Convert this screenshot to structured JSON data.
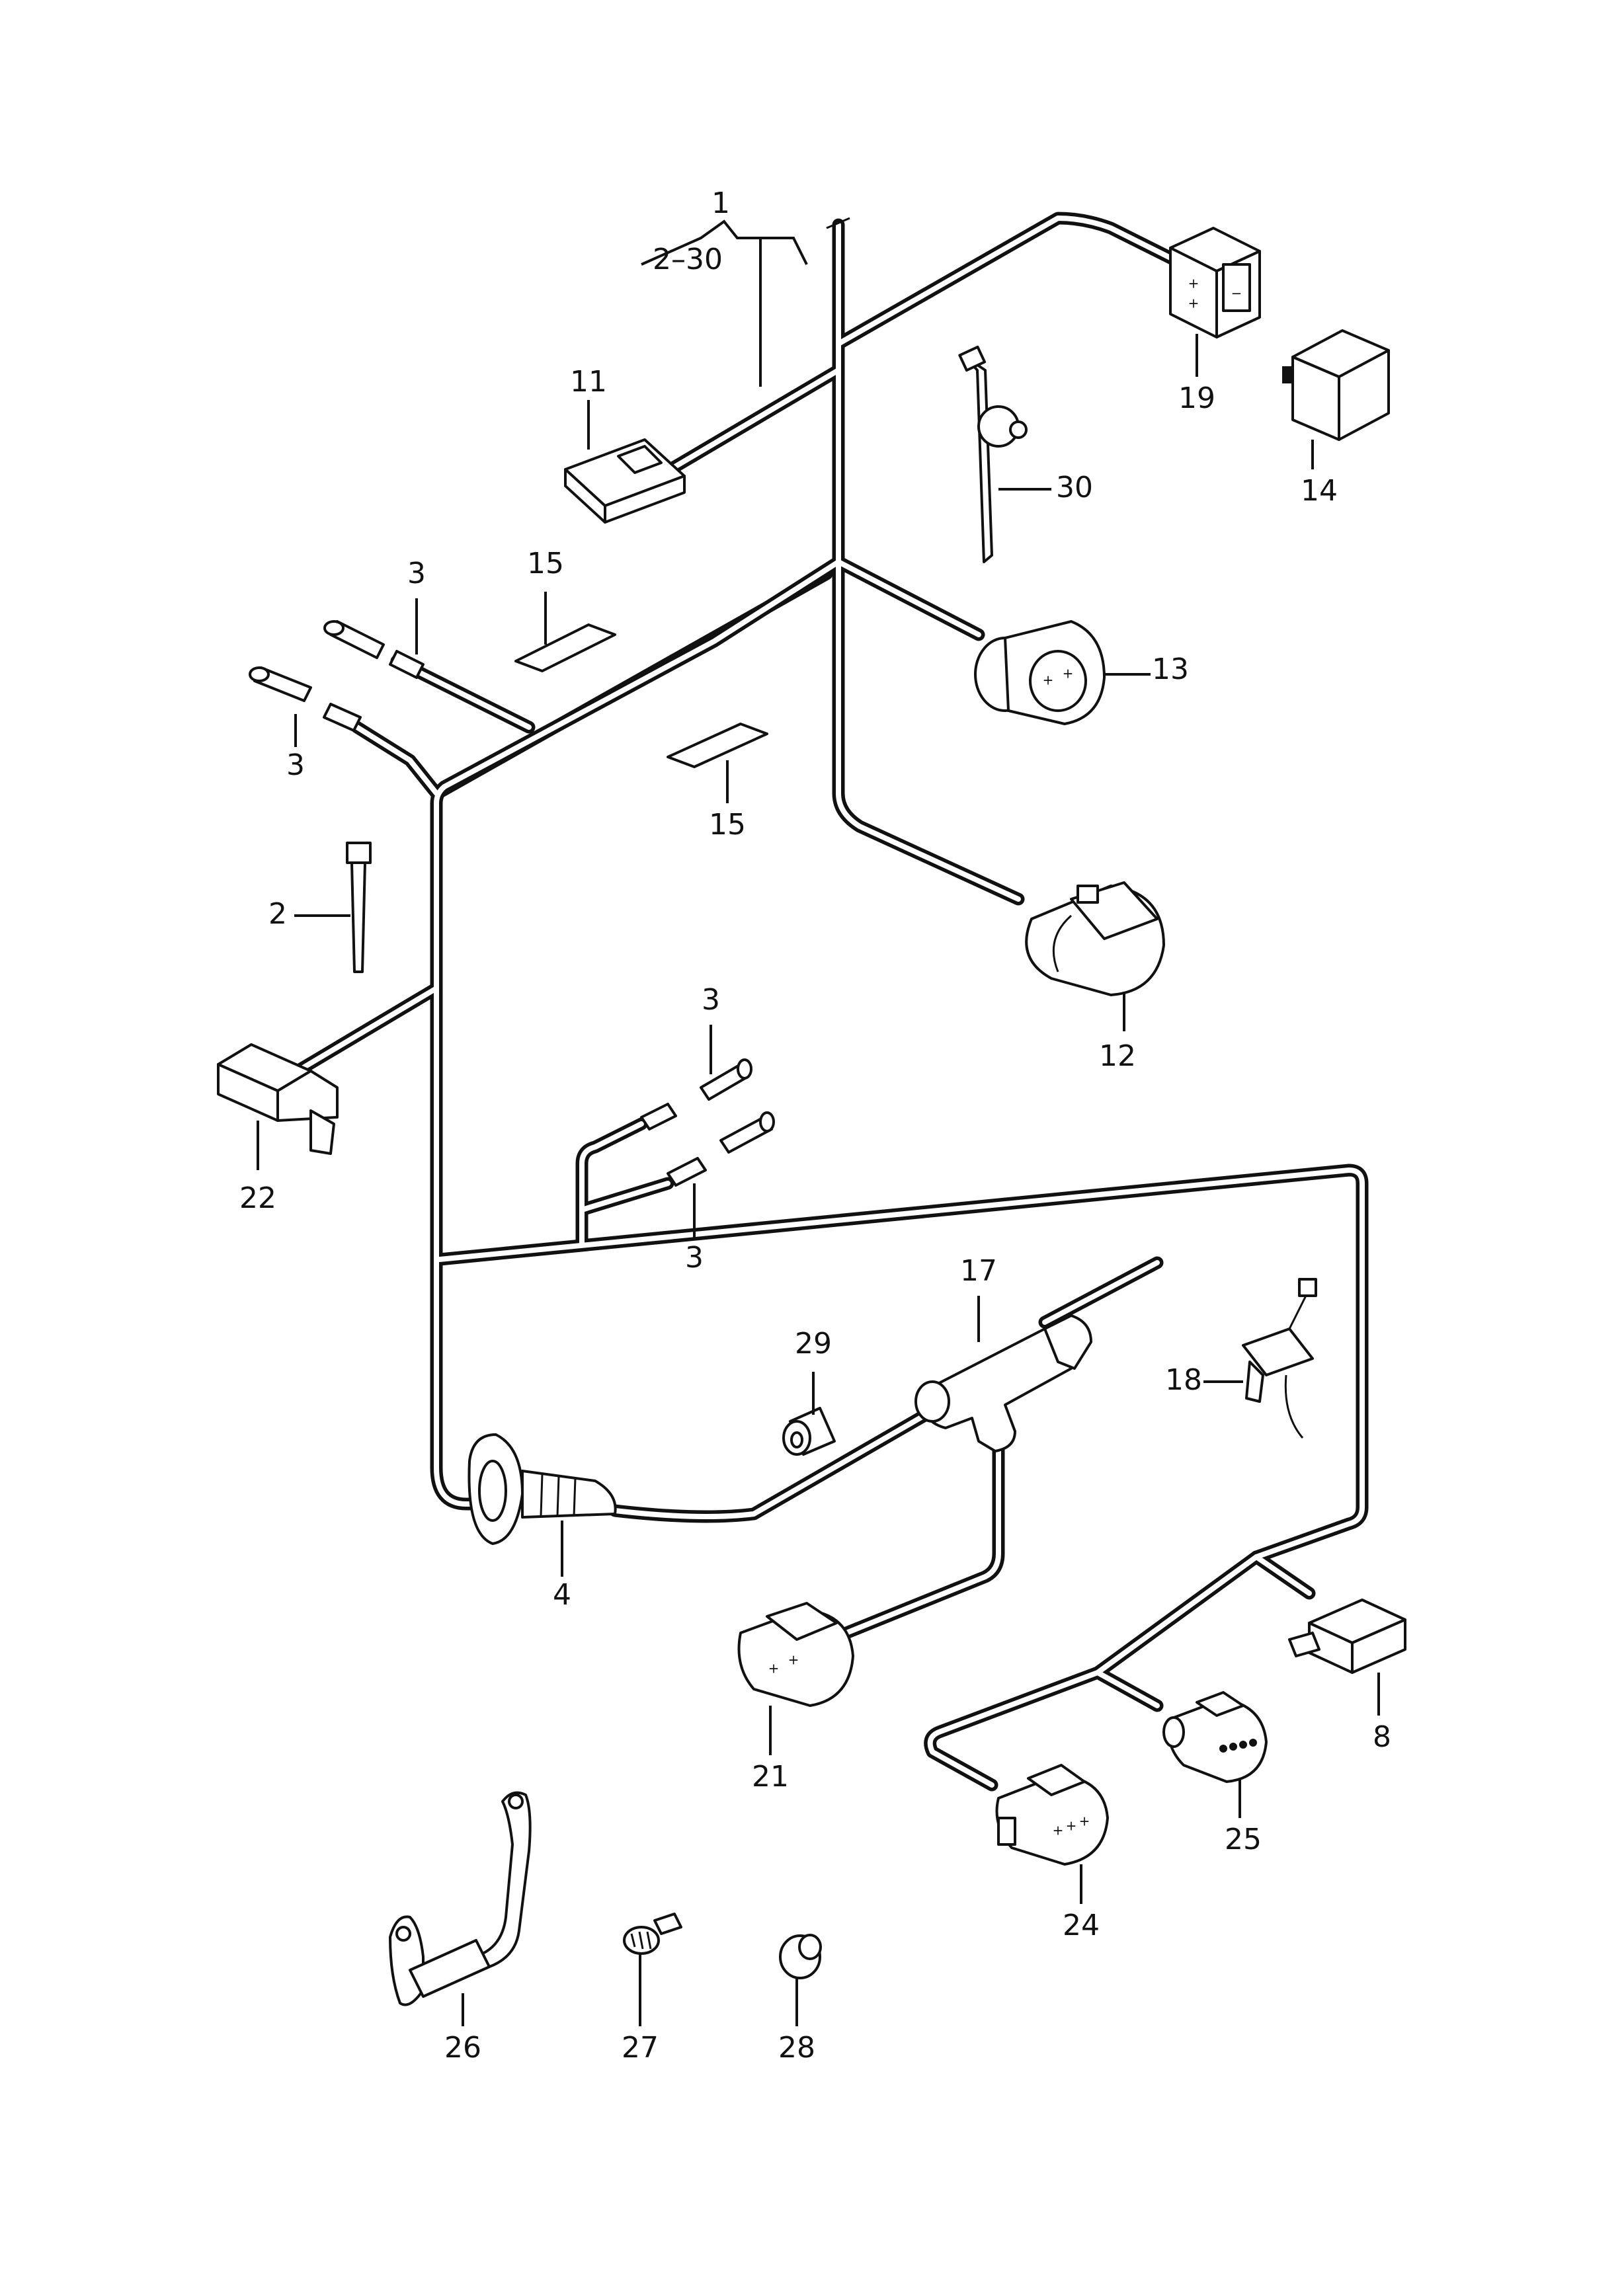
{
  "callouts": {
    "c1": "1",
    "c1_range": "2–30",
    "c2": "2",
    "c3a": "3",
    "c3b": "3",
    "c3c": "3",
    "c3d": "3",
    "c4": "4",
    "c8": "8",
    "c11": "11",
    "c12": "12",
    "c13": "13",
    "c14": "14",
    "c15a": "15",
    "c15b": "15",
    "c17": "17",
    "c18": "18",
    "c19": "19",
    "c21": "21",
    "c22": "22",
    "c24": "24",
    "c25": "25",
    "c26": "26",
    "c27": "27",
    "c28": "28",
    "c29": "29",
    "c30": "30"
  },
  "pin_marks": {
    "plus": "+",
    "minus": "−"
  },
  "colors": {
    "line": "#111111",
    "background": "#ffffff"
  }
}
